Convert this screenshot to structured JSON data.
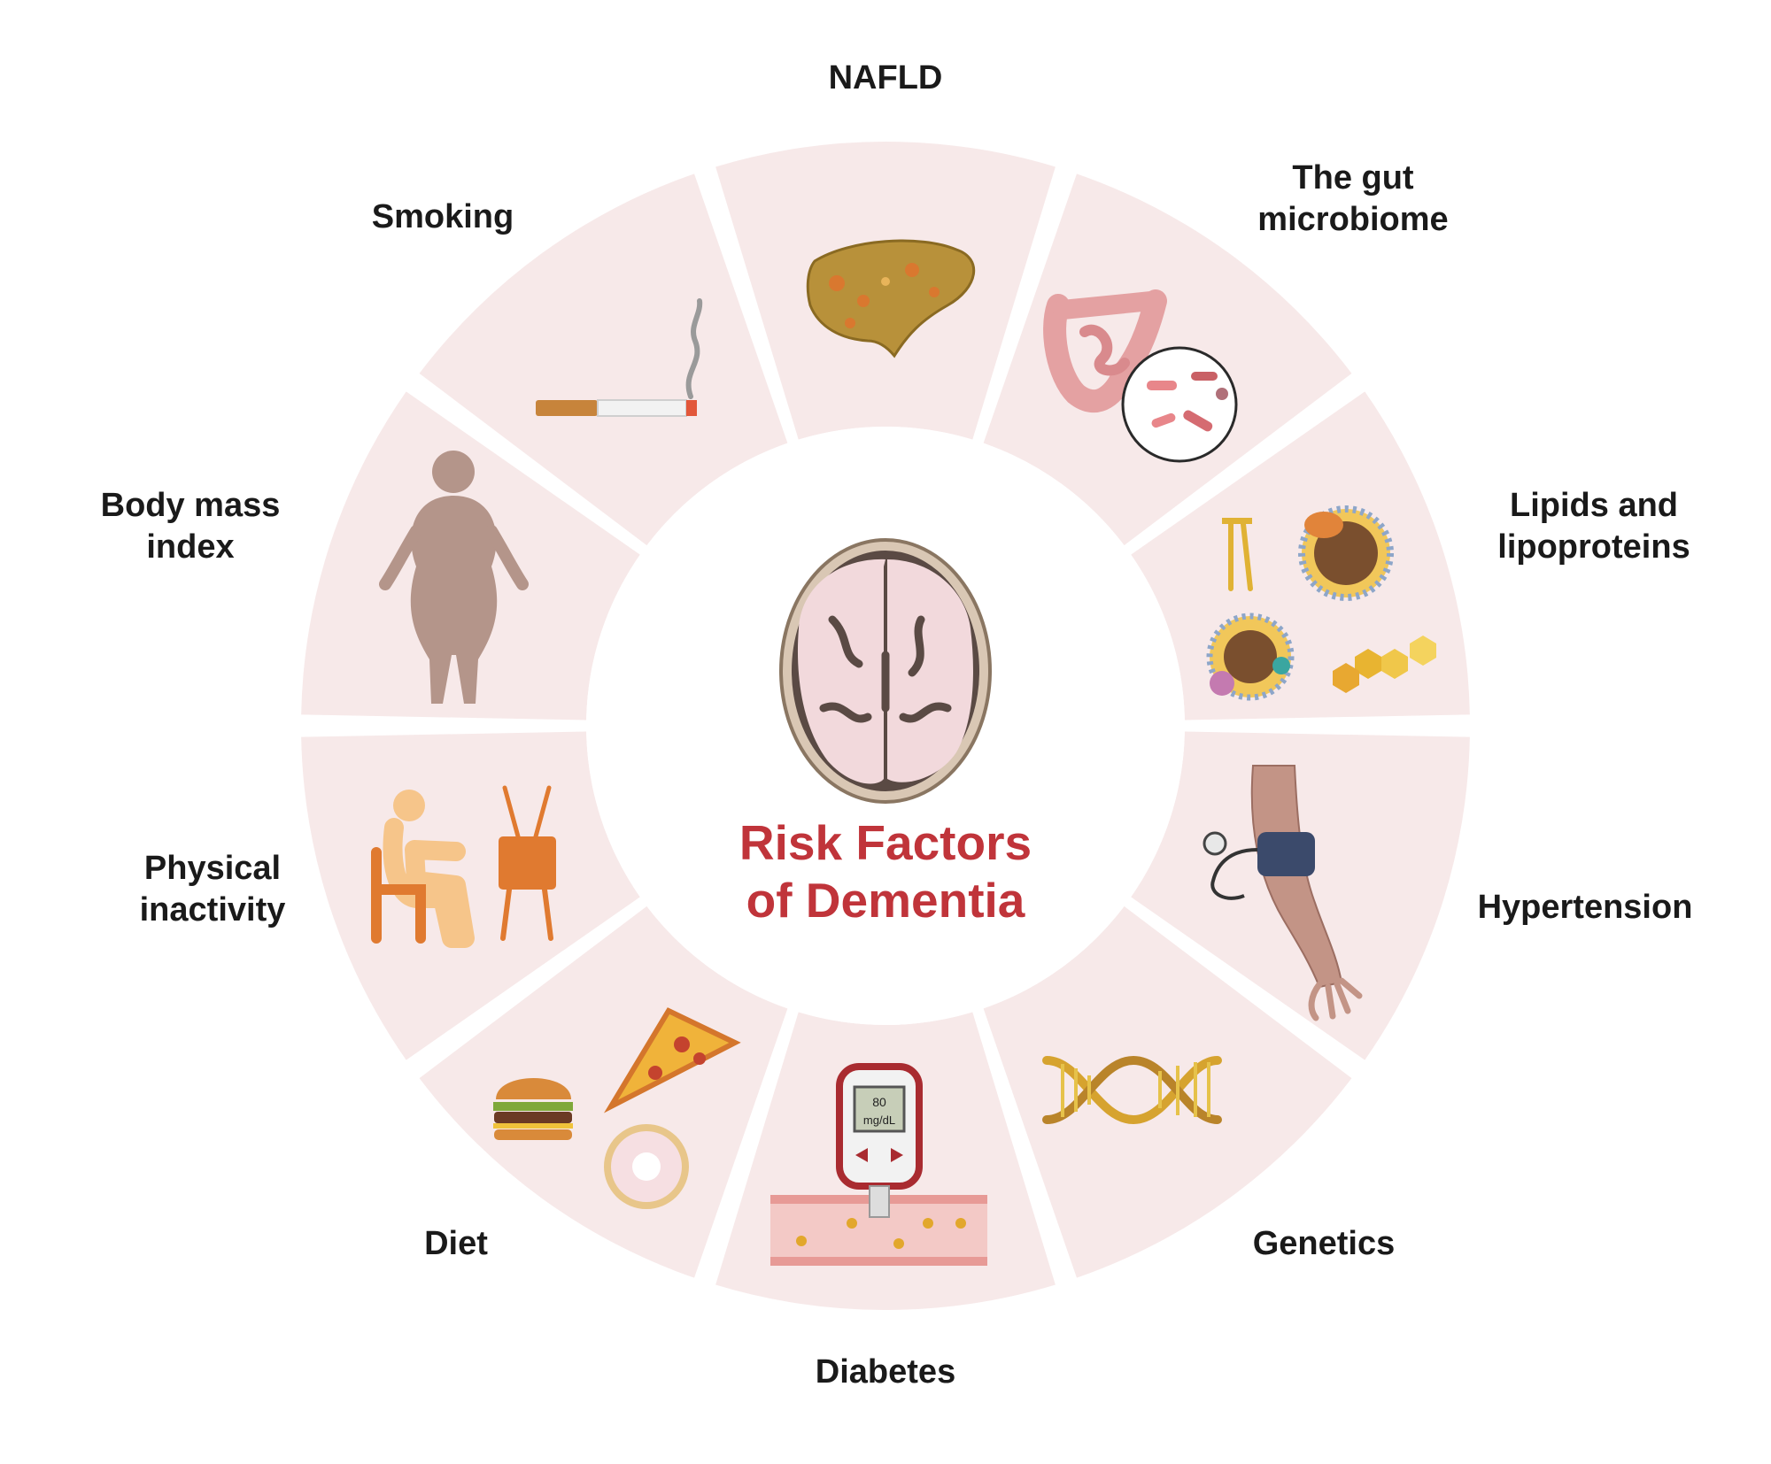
{
  "title": {
    "line1": "Risk Factors",
    "line2": "of Dementia"
  },
  "factors": [
    {
      "id": "nafld",
      "lines": [
        "NAFLD"
      ]
    },
    {
      "id": "gut",
      "lines": [
        "The gut",
        "microbiome"
      ]
    },
    {
      "id": "lipids",
      "lines": [
        "Lipids and",
        "lipoproteins"
      ]
    },
    {
      "id": "hypertension",
      "lines": [
        "Hypertension"
      ]
    },
    {
      "id": "genetics",
      "lines": [
        "Genetics"
      ]
    },
    {
      "id": "diabetes",
      "lines": [
        "Diabetes"
      ]
    },
    {
      "id": "diet",
      "lines": [
        "Diet"
      ]
    },
    {
      "id": "physical",
      "lines": [
        "Physical",
        "inactivity"
      ]
    },
    {
      "id": "bmi",
      "lines": [
        "Body mass",
        "index"
      ]
    },
    {
      "id": "smoking",
      "lines": [
        "Smoking"
      ]
    }
  ],
  "glucometer": {
    "value": "80",
    "unit": "mg/dL"
  },
  "colors": {
    "segment": "#f7e9e9",
    "title": "#c0343a",
    "label": "#1a1a1a",
    "background": "#ffffff"
  },
  "icons": [
    "liver-icon",
    "intestine-microbe-icon",
    "lipid-lipoprotein-icon",
    "blood-pressure-arm-icon",
    "dna-icon",
    "glucometer-icon",
    "junk-food-icon",
    "sedentary-tv-icon",
    "obese-person-icon",
    "cigarette-icon",
    "brain-scan-icon"
  ]
}
